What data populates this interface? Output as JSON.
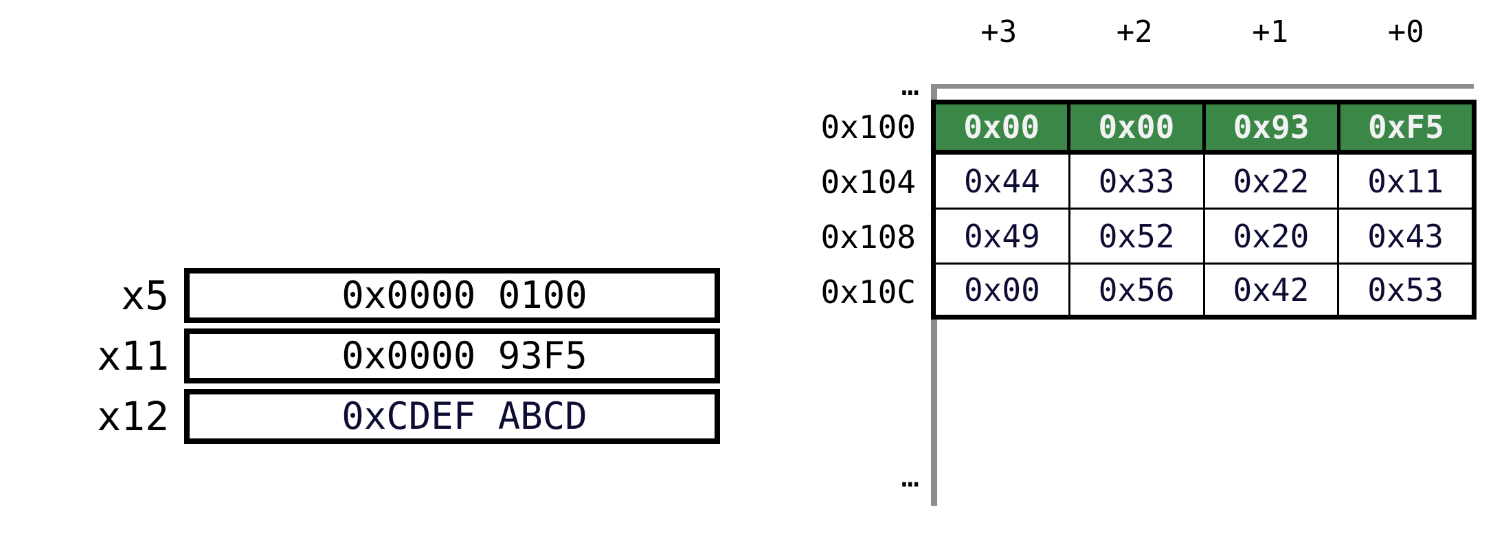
{
  "registers": {
    "rows": [
      {
        "label": "x5",
        "value": "0x0000 0100",
        "accent": false
      },
      {
        "label": "x11",
        "value": "0x0000 93F5",
        "accent": false
      },
      {
        "label": "x12",
        "value": "0xCDEF ABCD",
        "accent": true
      }
    ]
  },
  "memory": {
    "column_headers": [
      "+3",
      "+2",
      "+1",
      "+0"
    ],
    "ellipsis_top": "…",
    "ellipsis_bottom": "…",
    "rows": [
      {
        "address": "0x100",
        "cells": [
          "0x00",
          "0x00",
          "0x93",
          "0xF5"
        ],
        "highlighted": true
      },
      {
        "address": "0x104",
        "cells": [
          "0x44",
          "0x33",
          "0x22",
          "0x11"
        ],
        "highlighted": false
      },
      {
        "address": "0x108",
        "cells": [
          "0x49",
          "0x52",
          "0x20",
          "0x43"
        ],
        "highlighted": false
      },
      {
        "address": "0x10C",
        "cells": [
          "0x00",
          "0x56",
          "0x42",
          "0x53"
        ],
        "highlighted": false
      }
    ]
  },
  "colors": {
    "highlight_green": "#3b8748",
    "value_navy": "#0d0d33",
    "rail_gray": "#8c8c8c",
    "border_black": "#000000",
    "highlight_text": "#f2f2f2"
  }
}
